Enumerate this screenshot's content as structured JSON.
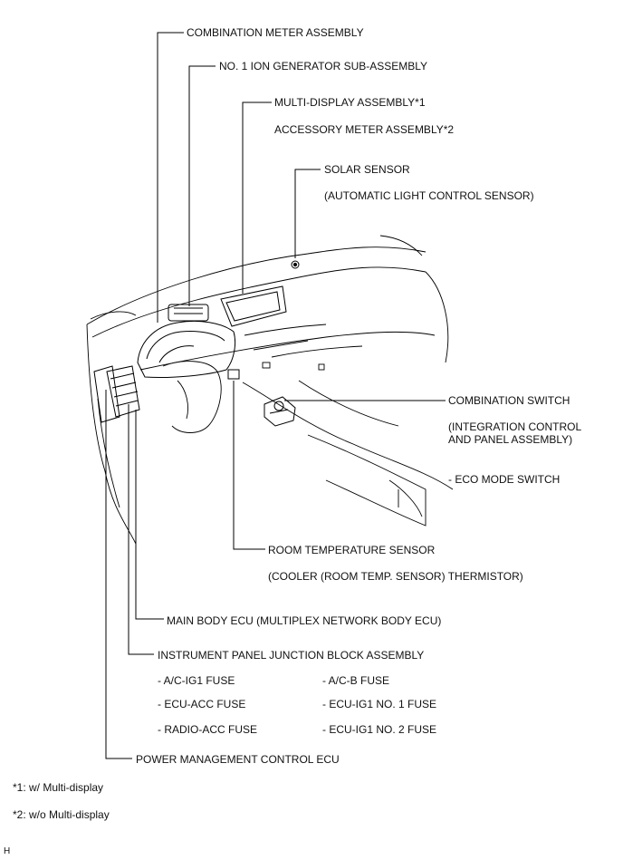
{
  "labels": {
    "combination_meter": "COMBINATION METER ASSEMBLY",
    "ion_generator": "NO. 1 ION GENERATOR SUB-ASSEMBLY",
    "multi_display": "MULTI-DISPLAY ASSEMBLY*1",
    "accessory_meter": "ACCESSORY METER ASSEMBLY*2",
    "solar_sensor": "SOLAR SENSOR",
    "solar_sensor_sub": "(AUTOMATIC LIGHT CONTROL SENSOR)",
    "combination_switch": "COMBINATION SWITCH",
    "combination_switch_sub": "(INTEGRATION CONTROL\nAND PANEL ASSEMBLY)",
    "eco_mode": "- ECO MODE SWITCH",
    "room_temp": "ROOM TEMPERATURE SENSOR",
    "room_temp_sub": "(COOLER (ROOM TEMP. SENSOR) THERMISTOR)",
    "main_body_ecu": "MAIN BODY ECU (MULTIPLEX NETWORK BODY ECU)",
    "ip_junction_block": "INSTRUMENT PANEL JUNCTION BLOCK ASSEMBLY",
    "power_mgmt_ecu": "POWER MANAGEMENT CONTROL ECU"
  },
  "fuses": {
    "left": [
      "- A/C-IG1 FUSE",
      "- ECU-ACC FUSE",
      "- RADIO-ACC FUSE"
    ],
    "right": [
      "- A/C-B FUSE",
      "- ECU-IG1 NO. 1 FUSE",
      "- ECU-IG1 NO. 2 FUSE"
    ]
  },
  "footnotes": [
    "*1: w/ Multi-display",
    "*2: w/o Multi-display"
  ],
  "figure_id": "H"
}
